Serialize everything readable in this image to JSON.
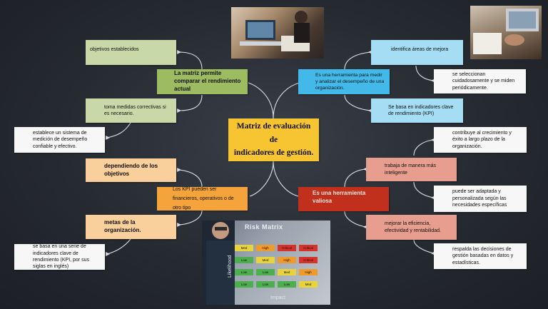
{
  "center": {
    "line1": "Matriz de evaluación de",
    "line2": "indicadores de gestión."
  },
  "left_top": {
    "branch": "La matriz permite comparar el rendimiento actual",
    "objetivos": "objetivos establecidos",
    "correctivas": "toma medidas correctivas si es necesario.",
    "sistema": "establece un sistema de medición de desempeño confiable y efectivo."
  },
  "left_bottom": {
    "branch": "Los KPI pueden ser financieros, operativos o de otro tipo",
    "dependiendo": "dependiendo de los objetivos",
    "metas": "metas de la organización.",
    "serie": "se basa en una serie de indicadores clave de rendimiento (KPI, por sus siglas en inglés)"
  },
  "right_top": {
    "branch": "Es una herramienta para medir y analizar el desempeño de una organización.",
    "identifica": "identifica áreas de mejora",
    "seleccionan": "se seleccionan cuidadosamente y se miden periódicamente.",
    "basa": "Se basa en indicadores clave de rendimiento (KPI)"
  },
  "right_bottom": {
    "branch": "Es una herramienta valiosa",
    "contribuye": "contribuye al crecimiento y éxito a largo plazo de la organización.",
    "trabaja": "trabaja de manera más inteligente",
    "adaptada": "puede ser adaptada y personalizada según las necesidades específicas",
    "mejorar": "mejorar la eficiencia, efectividad y rentabilidad.",
    "respalda": "respalda las decisiones de gestión basadas en datos y estadísticas."
  },
  "risk_matrix": {
    "title": "Risk Matrix",
    "axis_x": "Impact",
    "axis_y": "Likelihood",
    "rows": [
      [
        "Med",
        "High",
        "Critical",
        "Critical"
      ],
      [
        "Low",
        "Med",
        "High",
        "Critical"
      ],
      [
        "Low",
        "Low",
        "Med",
        "High"
      ],
      [
        "Low",
        "Low",
        "Low",
        "Med"
      ]
    ]
  },
  "colors": {
    "center": "#f6c531",
    "green_branch": "#9dbb61",
    "green_leaf": "#c9d8a8",
    "blue_branch": "#43b9ea",
    "blue_leaf": "#a4ddf4",
    "orange_branch": "#f4a43a",
    "orange_leaf": "#f9cf9c",
    "red_branch": "#c0301c",
    "red_leaf": "#e89e8e"
  }
}
